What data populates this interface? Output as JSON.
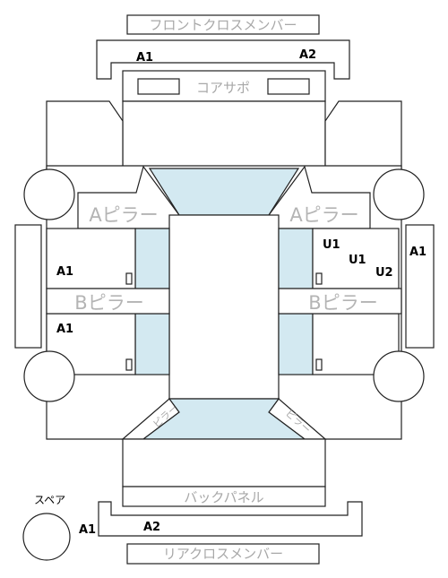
{
  "labels": {
    "front_cross_member": "フロントクロスメンバー",
    "core_support": "コアサポ",
    "a_pillar_left": "Aピラー",
    "a_pillar_right": "Aピラー",
    "b_pillar_left": "Bピラー",
    "b_pillar_right": "Bピラー",
    "back_panel": "バックパネル",
    "rear_cross_member": "リアクロスメンバー",
    "spare": "スペア",
    "corner_left": "ピラー",
    "corner_right": "ピラー"
  },
  "markers": {
    "front_a1": "A1",
    "front_a2": "A2",
    "left_a1_upper": "A1",
    "left_a1_lower": "A1",
    "right_u1_a": "U1",
    "right_u1_b": "U1",
    "right_u2": "U2",
    "right_outer_a1": "A1",
    "rear_a1": "A1",
    "rear_a2": "A2"
  },
  "colors": {
    "glass": "#d3e9f1",
    "outline": "#222222",
    "label_gray": "#a8a8a8"
  }
}
